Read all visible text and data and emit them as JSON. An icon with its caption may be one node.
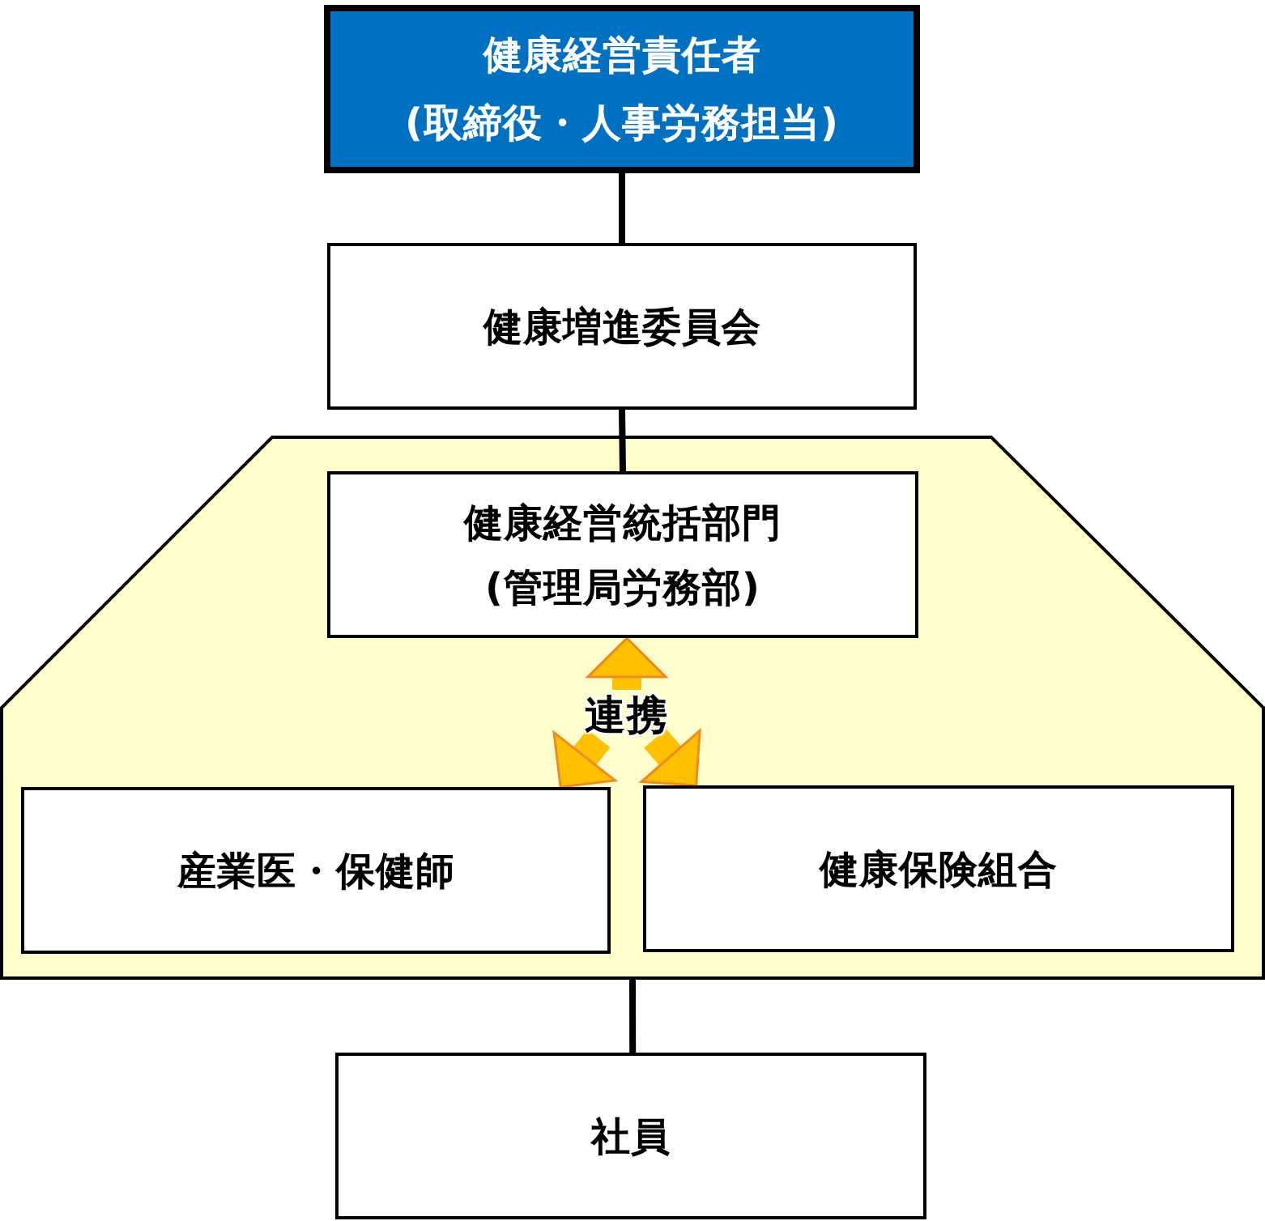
{
  "diagram": {
    "nodes": [
      {
        "text": [
          "健康経営責任者",
          "(取締役・人事労務担当)"
        ]
      },
      {
        "text": [
          "健康増進委員会"
        ]
      },
      {
        "text": [],
        "shape": "pentagon"
      },
      {
        "text": [
          "健康経営統括部門",
          "(管理局労務部)"
        ],
        "in": 2
      },
      {
        "text": [
          "連携"
        ],
        "in": 2
      },
      {
        "text": [
          "産業医・保健師"
        ],
        "in": 2
      },
      {
        "text": [
          "健康保険組合"
        ],
        "in": 2
      },
      {
        "text": [
          "社員"
        ]
      }
    ],
    "edges": [
      {
        "from": 0,
        "to": 1,
        "arrow": "none"
      },
      {
        "from": 1,
        "to": 3,
        "arrow": "none"
      },
      {
        "from": 4,
        "to": 3,
        "arrow": "to",
        "style": "thick",
        "color": "#ffc000"
      },
      {
        "from": 4,
        "to": 5,
        "arrow": "to",
        "style": "thick",
        "color": "#ffc000"
      },
      {
        "from": 4,
        "to": 6,
        "arrow": "to",
        "style": "thick",
        "color": "#ffc000"
      },
      {
        "from": 2,
        "to": 7,
        "arrow": "none"
      }
    ]
  }
}
